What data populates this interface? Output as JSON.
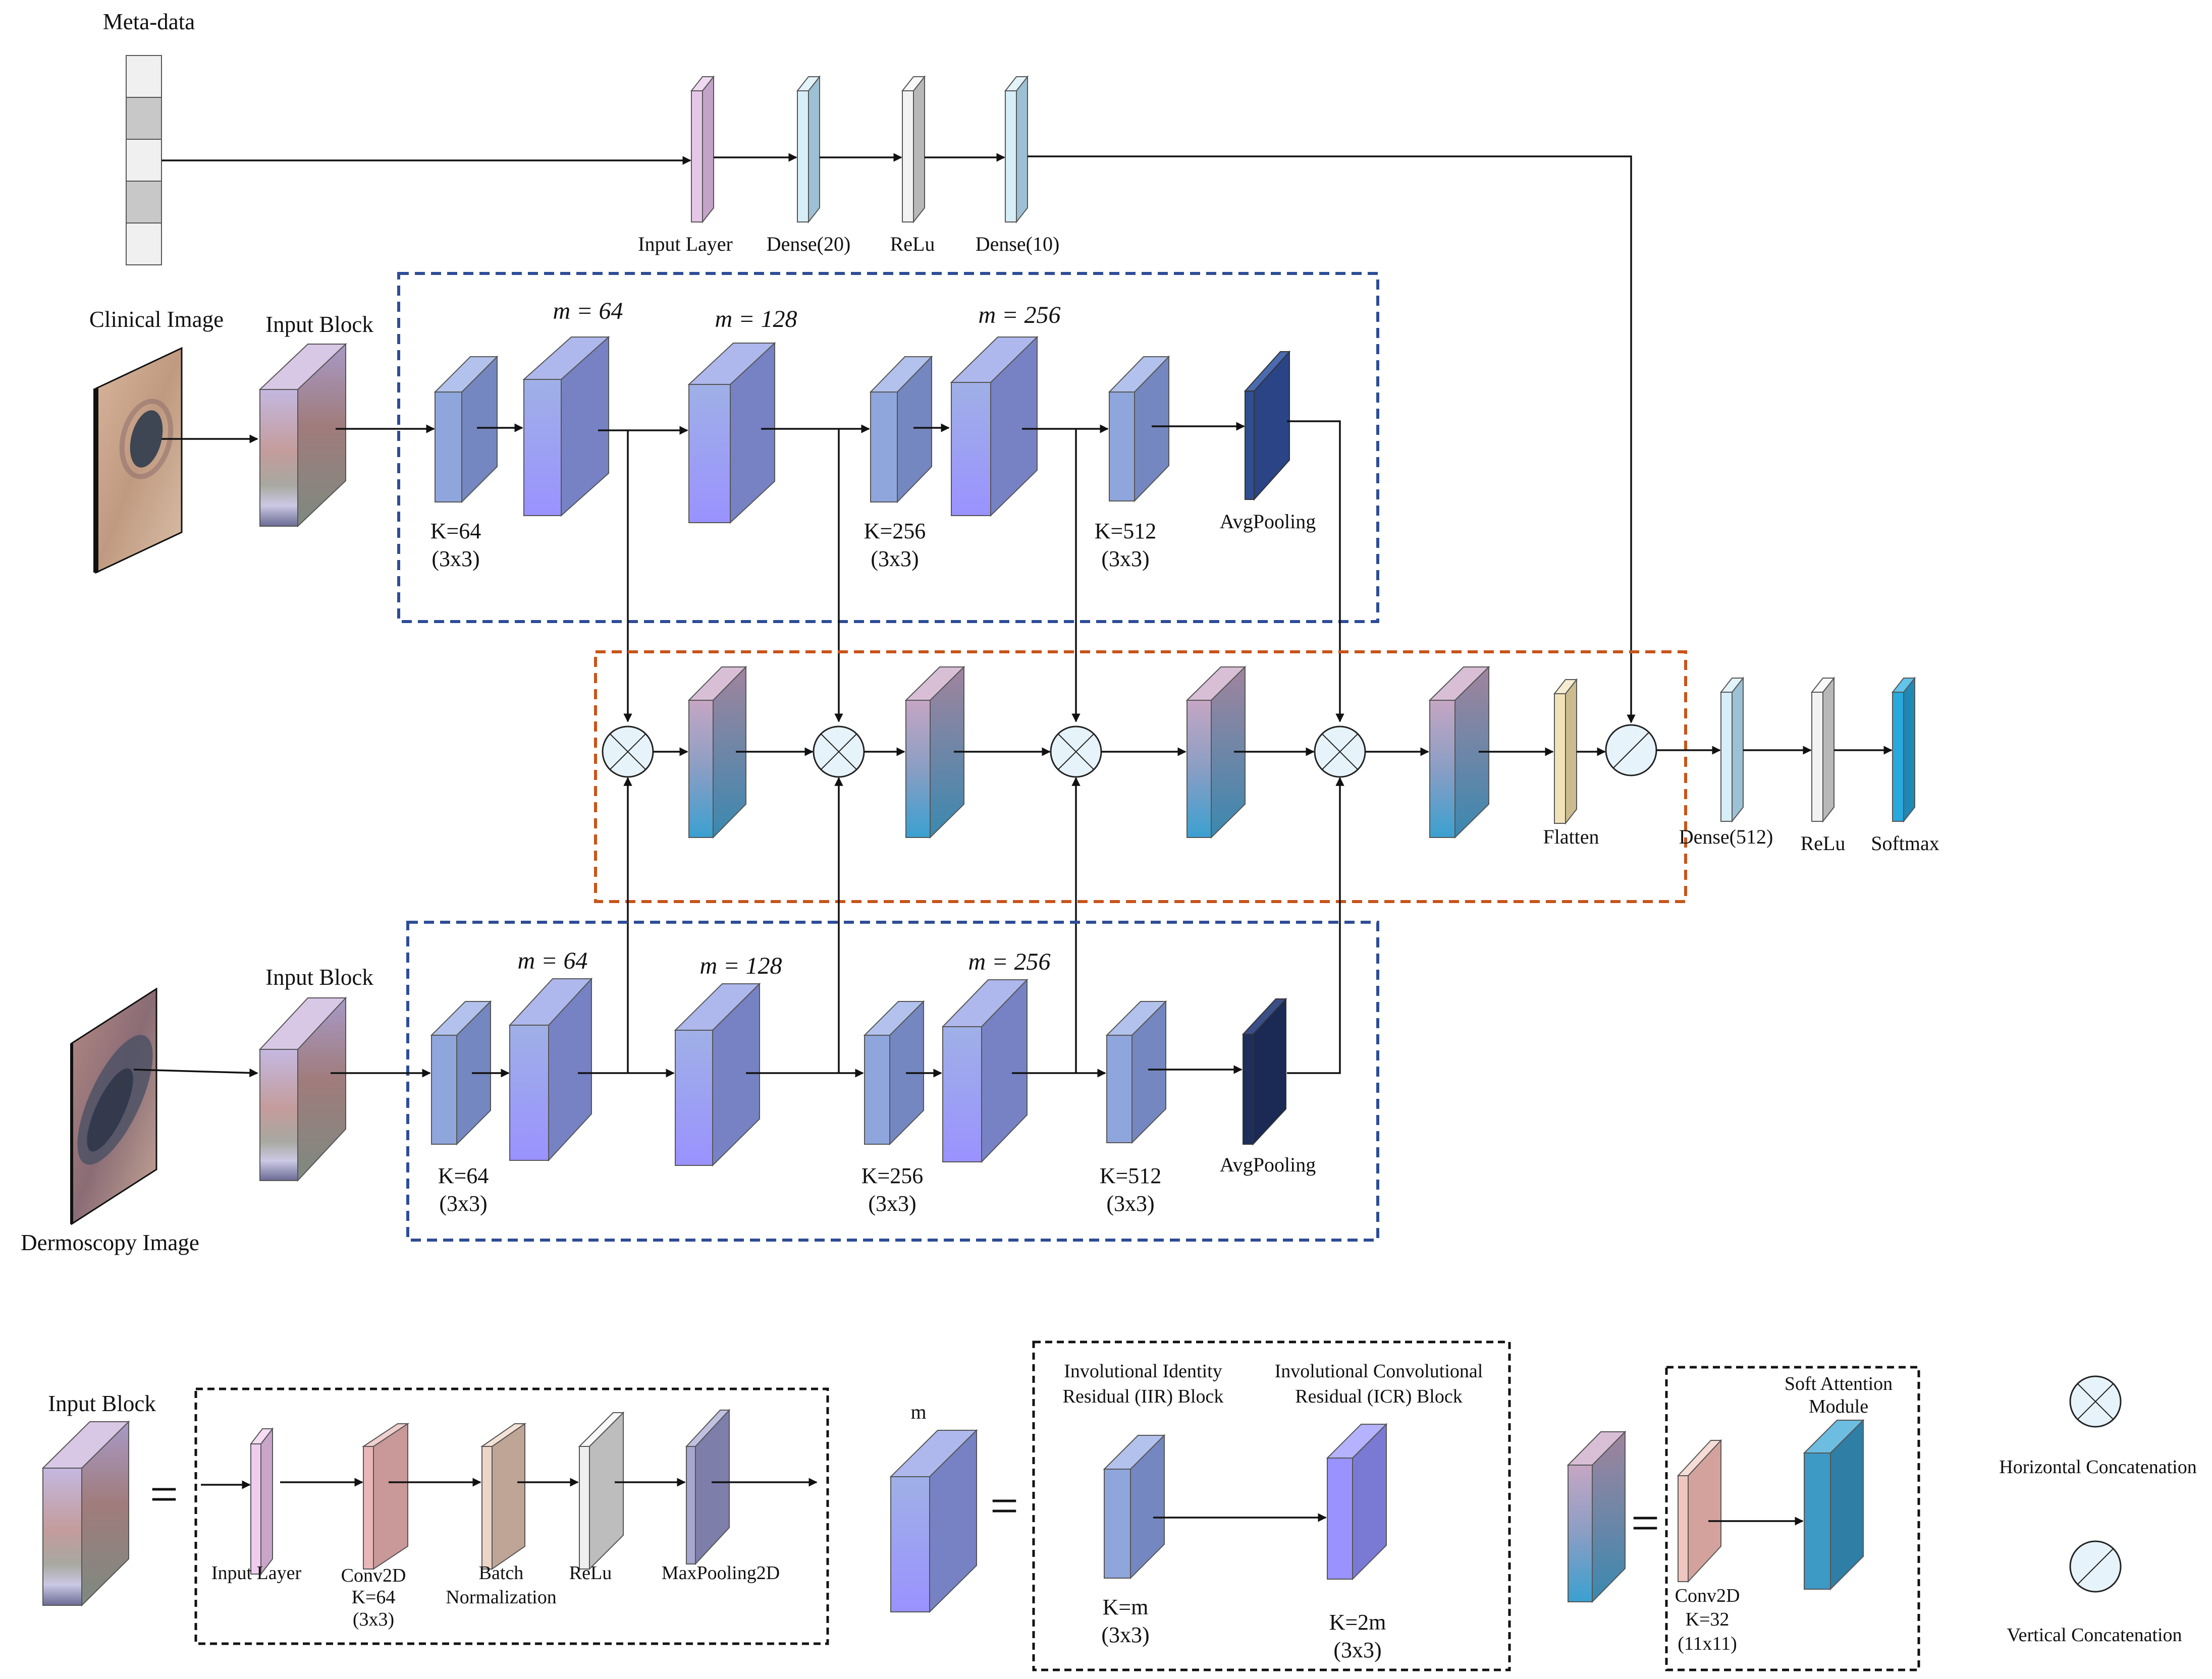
{
  "meta": {
    "metadata_label": "Meta-data",
    "clinical_image_label": "Clinical Image",
    "dermoscopy_image_label": "Dermoscopy Image",
    "input_block_label": "Input Block"
  },
  "metadata_branch": {
    "layers": [
      "Input Layer",
      "Dense(20)",
      "ReLu",
      "Dense(10)"
    ]
  },
  "clinical_branch": {
    "m_labels": [
      "m = 64",
      "m = 128",
      "m = 256"
    ],
    "k_labels": [
      {
        "k": "K=64",
        "size": "(3x3)"
      },
      {
        "k": "K=256",
        "size": "(3x3)"
      },
      {
        "k": "K=512",
        "size": "(3x3)"
      }
    ],
    "pool_label": "AvgPooling"
  },
  "dermoscopy_branch": {
    "m_labels": [
      "m = 64",
      "m = 128",
      "m = 256"
    ],
    "k_labels": [
      {
        "k": "K=64",
        "size": "(3x3)"
      },
      {
        "k": "K=256",
        "size": "(3x3)"
      },
      {
        "k": "K=512",
        "size": "(3x3)"
      }
    ],
    "pool_label": "AvgPooling"
  },
  "fusion": {
    "flatten_label": "Flatten",
    "head_layers": [
      "Dense(512)",
      "ReLu",
      "Softmax"
    ]
  },
  "legend": {
    "input_block": {
      "label": "Input Block",
      "layers": [
        "Input Layer",
        "Conv2D",
        "Batch",
        "ReLu",
        "MaxPooling2D"
      ],
      "conv_k": "K=64",
      "conv_size": "(3x3)",
      "bn_line2": "Normalization"
    },
    "m_block": {
      "label": "m",
      "iir_line1": "Involutional Identity",
      "iir_line2": "Residual (IIR) Block",
      "icr_line1": "Involutional Convolutional",
      "icr_line2": "Residual (ICR) Block",
      "iir_k": "K=m",
      "iir_size": "(3x3)",
      "icr_k": "K=2m",
      "icr_size": "(3x3)"
    },
    "attention_block": {
      "title_line1": "Soft Attention",
      "title_line2": "Module",
      "conv_label": "Conv2D",
      "conv_k": "K=32",
      "conv_size": "(11x11)"
    },
    "ops": {
      "horizontal": "Horizontal Concatenation",
      "vertical": "Vertical Concatenation"
    },
    "equals": "="
  },
  "colors": {
    "blue_dashed_box": "#2e4d96",
    "orange_dashed_box": "#c8541a",
    "black_dashed_box": "#111111",
    "conv_block": "#8fa6dc",
    "m_block_front": "#9aa2f5",
    "avgpool_clinical": "#2f4f8f",
    "avgpool_dermoscopy": "#1d2e5c",
    "attention_block": "#3d8ab3",
    "softmax": "#29a9dd",
    "flatten": "#f1e2b8"
  }
}
